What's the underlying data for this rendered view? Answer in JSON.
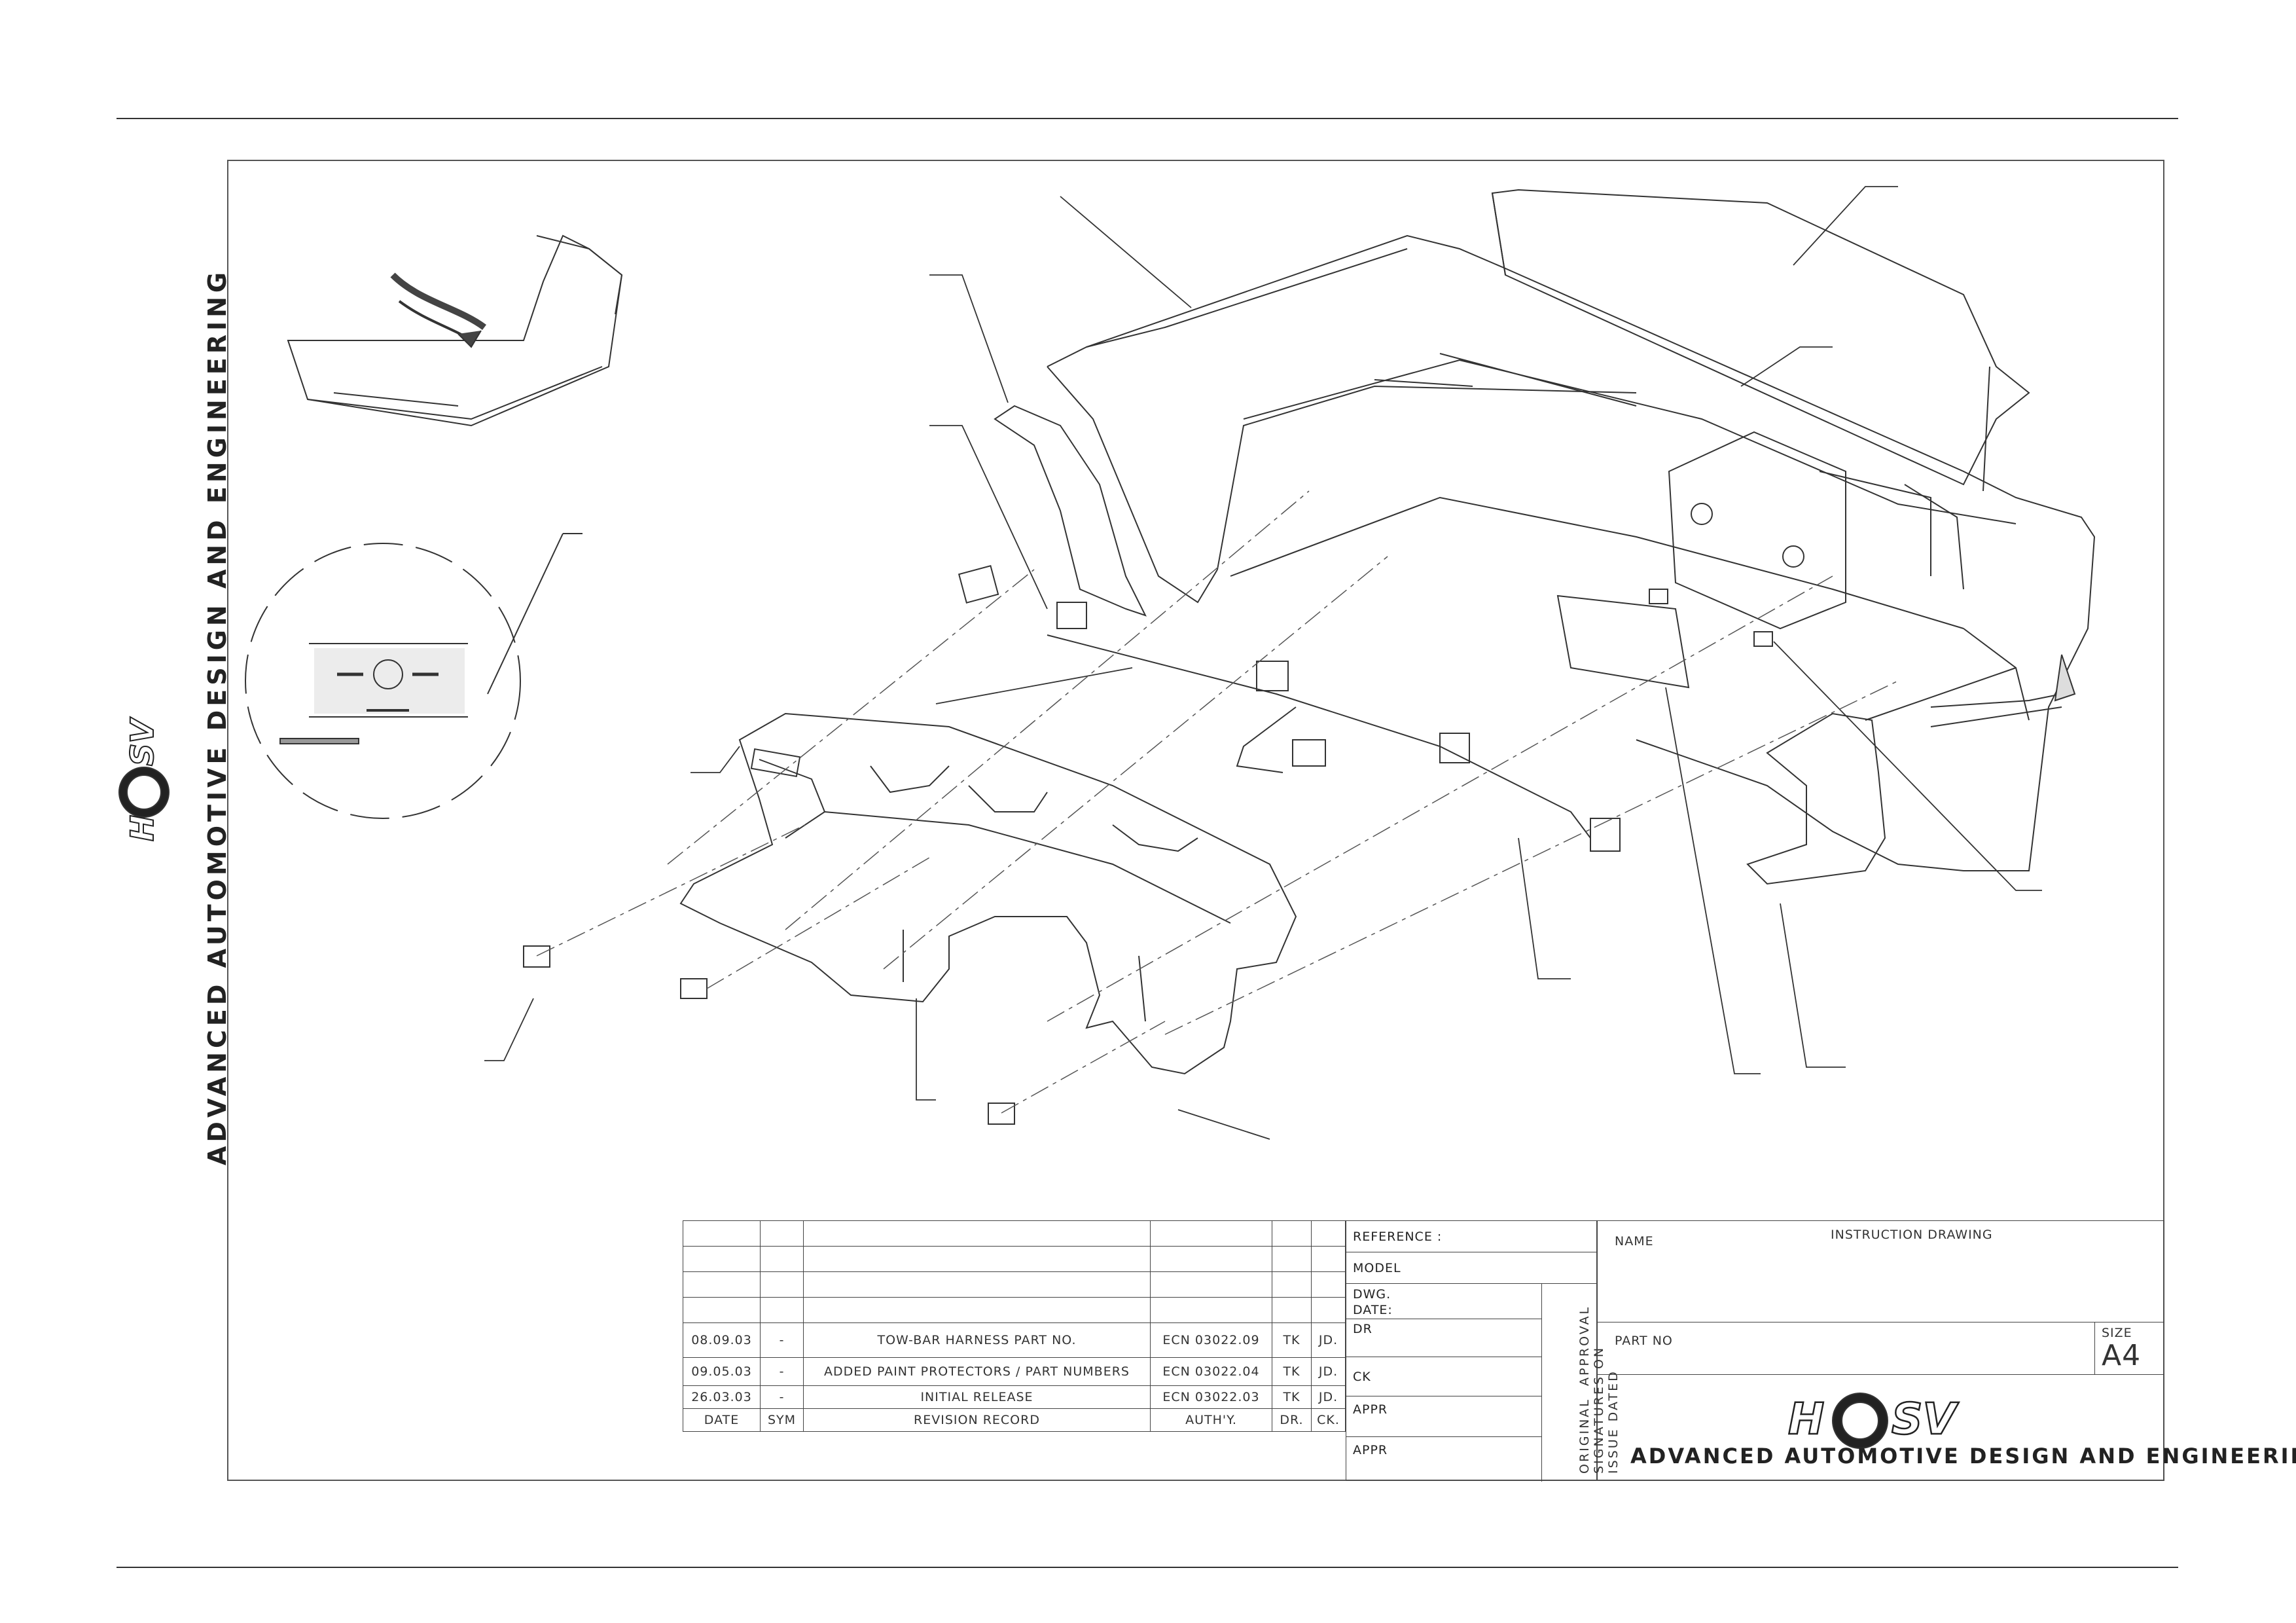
{
  "side_brand": "ADVANCED  AUTOMOTIVE  DESIGN  AND  ENGINEERING",
  "logo": {
    "text": "HSV"
  },
  "revision_table": {
    "rows": [
      {
        "date": "",
        "sym": "",
        "desc": "",
        "ecn": "",
        "by": "",
        "ck": ""
      },
      {
        "date": "",
        "sym": "",
        "desc": "",
        "ecn": "",
        "by": "",
        "ck": ""
      },
      {
        "date": "",
        "sym": "",
        "desc": "",
        "ecn": "",
        "by": "",
        "ck": ""
      },
      {
        "date": "",
        "sym": "",
        "desc": "",
        "ecn": "",
        "by": "",
        "ck": ""
      },
      {
        "date": "08.09.03",
        "sym": "-",
        "desc": "TOW-BAR HARNESS PART NO.",
        "ecn": "ECN 03022.09",
        "by": "TK",
        "ck": "JD."
      },
      {
        "date": "09.05.03",
        "sym": "-",
        "desc": "ADDED PAINT PROTECTORS / PART NUMBERS",
        "ecn": "ECN 03022.04",
        "by": "TK",
        "ck": "JD."
      },
      {
        "date": "26.03.03",
        "sym": "-",
        "desc": "INITIAL RELEASE",
        "ecn": "ECN 03022.03",
        "by": "TK",
        "ck": "JD."
      }
    ],
    "header": {
      "date": "DATE",
      "sym": "SYM",
      "desc": "REVISION RECORD",
      "ecn": "AUTH'Y.",
      "by": "DR.",
      "ck": "CK."
    }
  },
  "reference_block": {
    "reference": "REFERENCE :",
    "model": "MODEL",
    "dwg_date": "DWG.\nDATE:",
    "dr": "DR",
    "ck": "CK",
    "appr1": "APPR",
    "appr2": "APPR",
    "approval_note": "ORIGINAL  APPROVAL\nSIGNATURES ON\nISSUE DATED"
  },
  "title_block": {
    "name_label": "NAME",
    "name_value": "INSTRUCTION DRAWING",
    "part_label": "PART NO",
    "size_label": "SIZE",
    "size_value": "A4",
    "brand_line": "ADVANCED AUTOMOTIVE DESIGN AND ENGINEERING"
  },
  "colors": {
    "line": "#333333",
    "faint": "#888888",
    "paper": "#ffffff"
  }
}
